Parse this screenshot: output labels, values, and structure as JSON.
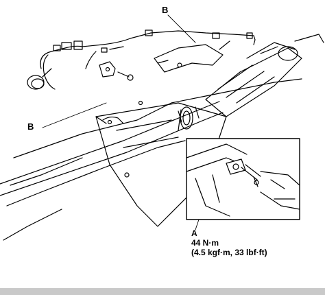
{
  "callouts": {
    "b_top": "B",
    "b_left": "B",
    "a": "A"
  },
  "torque": {
    "primary": "44 N·m",
    "alternate": "(4.5 kgf·m, 33 lbf·ft)"
  },
  "colors": {
    "ink": "#000000",
    "paper": "#ffffff",
    "footer": "#c9c9c9"
  }
}
